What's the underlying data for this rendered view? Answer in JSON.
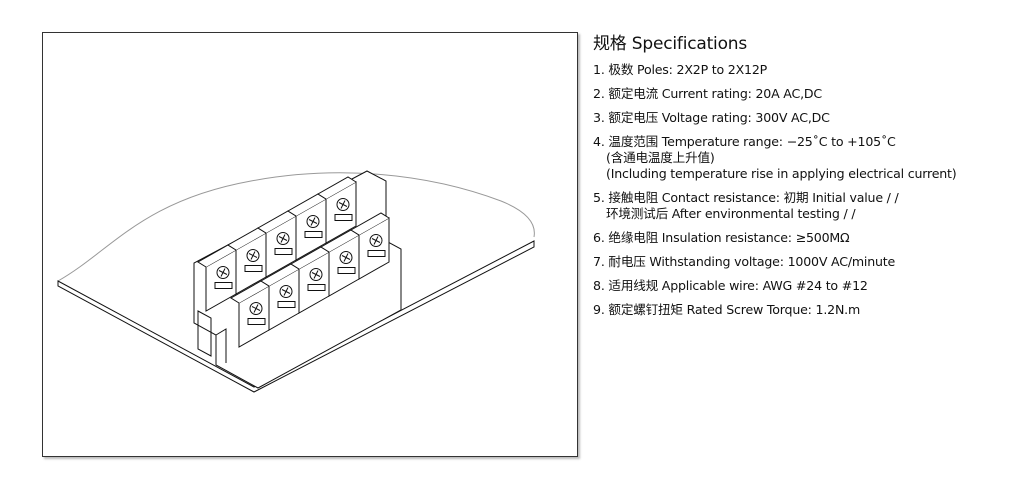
{
  "specs": {
    "title": "规格 Specifications",
    "items": [
      {
        "lines": [
          "1. 极数 Poles: 2X2P to 2X12P"
        ]
      },
      {
        "lines": [
          "2. 额定电流 Current rating: 20A  AC,DC"
        ]
      },
      {
        "lines": [
          "3. 额定电压 Voltage rating: 300V  AC,DC"
        ]
      },
      {
        "lines": [
          "4. 温度范围 Temperature range: −25˚C to +105˚C",
          "(含通电温度上升值)",
          "(Including temperature rise in applying electrical current)"
        ]
      },
      {
        "lines": [
          "5. 接触电阻 Contact resistance: 初期 Initial value / /",
          "环境测试后 After environmental testing / /"
        ]
      },
      {
        "lines": [
          "6. 绝缘电阻 Insulation resistance: ≥500MΩ"
        ]
      },
      {
        "lines": [
          "7. 耐电压 Withstanding voltage: 1000V  AC/minute"
        ]
      },
      {
        "lines": [
          "8. 适用线规 Applicable wire: AWG #24 to #12"
        ]
      },
      {
        "lines": [
          "9. 额定螺钉扭矩 Rated Screw Torque: 1.2N.m"
        ]
      }
    ]
  },
  "figure": {
    "rows": 2,
    "poles_per_row": 5
  }
}
